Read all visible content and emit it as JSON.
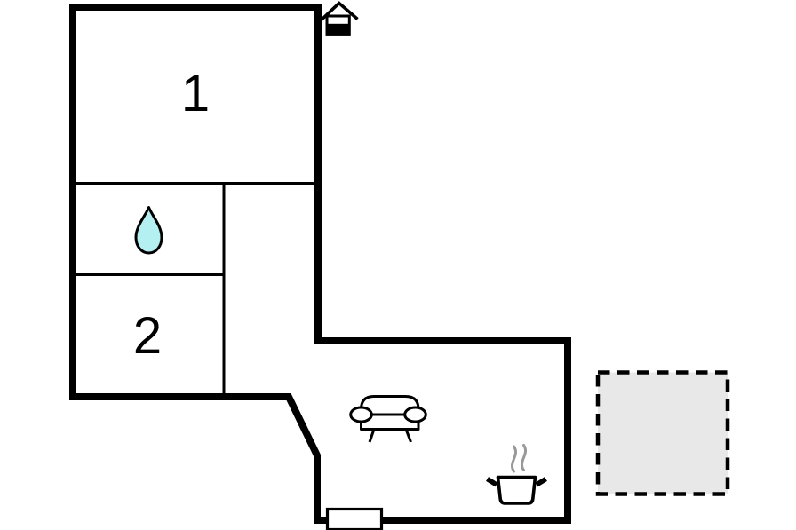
{
  "plan": {
    "title": "floor-plan",
    "rooms": [
      {
        "id": "room-1",
        "label": "1"
      },
      {
        "id": "room-2",
        "label": "2"
      }
    ],
    "icons": [
      "entrance-house-icon",
      "water-drop-icon",
      "sofa-icon",
      "cooking-pot-icon",
      "door-opening",
      "terrace-area"
    ],
    "colors": {
      "wall": "#000000",
      "interior_wall": "#000000",
      "water_drop_fill": "#b4f0f2",
      "terrace_fill": "#e8e8e8",
      "steam": "#999999",
      "door_fill": "#ffffff",
      "background": "#ffffff"
    }
  }
}
